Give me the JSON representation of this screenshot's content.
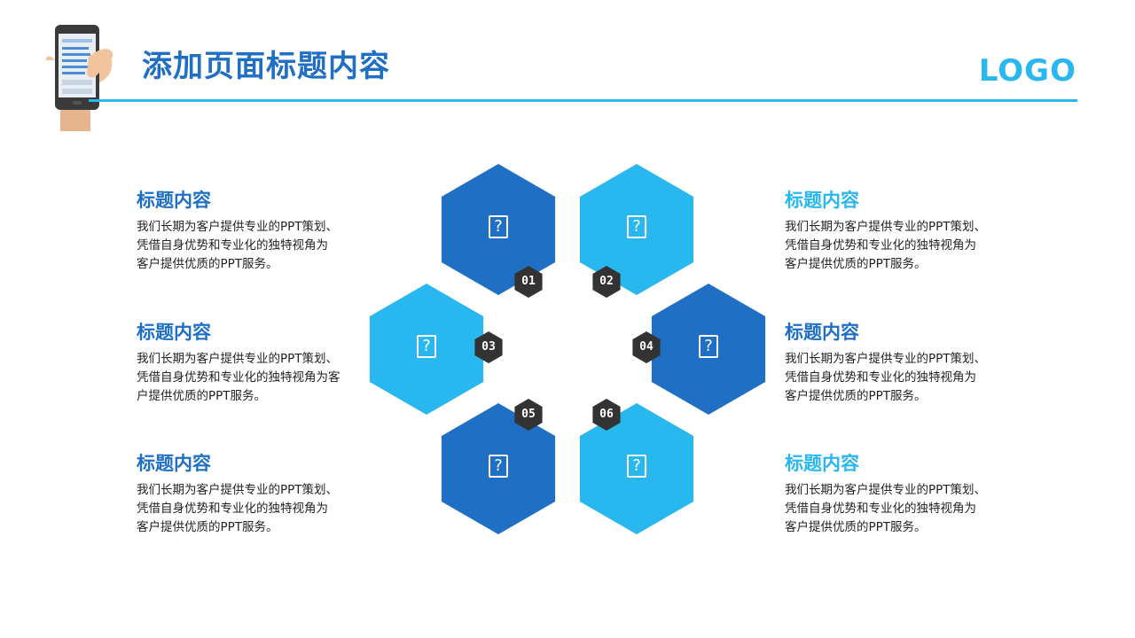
{
  "header": {
    "title": "添加页面标题内容",
    "logo": "LOGO"
  },
  "colors": {
    "dark_blue": "#1f6fc5",
    "light_blue": "#29b7ef",
    "badge": "#333333"
  },
  "blocks": [
    {
      "title": "标题内容",
      "body": "我们长期为客户提供专业的PPT策划、\n凭借自身优势和专业化的独特视角为\n客户提供优质的PPT服务。"
    },
    {
      "title": "标题内容",
      "body": "我们长期为客户提供专业的PPT策划、\n凭借自身优势和专业化的独特视角为客\n户提供优质的PPT服务。"
    },
    {
      "title": "标题内容",
      "body": "我们长期为客户提供专业的PPT策划、\n凭借自身优势和专业化的独特视角为\n客户提供优质的PPT服务。"
    },
    {
      "title": "标题内容",
      "body": "我们长期为客户提供专业的PPT策划、\n凭借自身优势和专业化的独特视角为\n客户提供优质的PPT服务。"
    },
    {
      "title": "标题内容",
      "body": "我们长期为客户提供专业的PPT策划、\n凭借自身优势和专业化的独特视角为\n客户提供优质的PPT服务。"
    },
    {
      "title": "标题内容",
      "body": "我们长期为客户提供专业的PPT策划、\n凭借自身优势和专业化的独特视角为\n客户提供优质的PPT服务。"
    }
  ],
  "hexagons": [
    {
      "number": "01",
      "color": "dark",
      "icon": "?"
    },
    {
      "number": "02",
      "color": "light",
      "icon": "?"
    },
    {
      "number": "03",
      "color": "light",
      "icon": "?"
    },
    {
      "number": "04",
      "color": "dark",
      "icon": "?"
    },
    {
      "number": "05",
      "color": "dark",
      "icon": "?"
    },
    {
      "number": "06",
      "color": "light",
      "icon": "?"
    }
  ],
  "icons": [
    "phone-in-hand-icon",
    "missing-glyph-icon"
  ]
}
